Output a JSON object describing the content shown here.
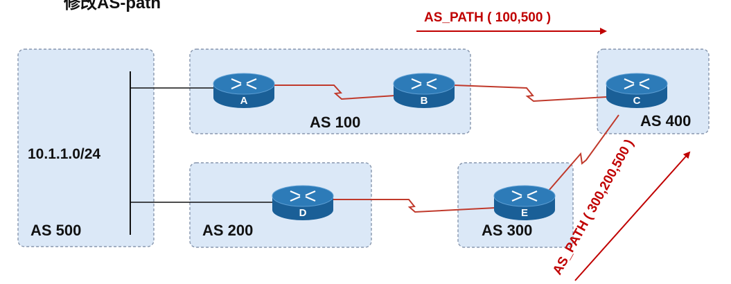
{
  "title": "修改AS-path",
  "colors": {
    "as_box_fill": "#dbe8f7",
    "link_red": "#c0392b",
    "link_black": "#111111",
    "router_top": "#2d7bb8",
    "router_side": "#1a5f97",
    "annotation_red": "#c00000"
  },
  "network": {
    "prefix": "10.1.1.0/24",
    "as_areas": [
      {
        "id": "as500",
        "label": "AS 500"
      },
      {
        "id": "as100",
        "label": "AS 100"
      },
      {
        "id": "as200",
        "label": "AS 200"
      },
      {
        "id": "as300",
        "label": "AS 300"
      },
      {
        "id": "as400",
        "label": "AS 400"
      }
    ],
    "routers": [
      {
        "id": "A",
        "label": "A",
        "icon": "router-icon"
      },
      {
        "id": "B",
        "label": "B",
        "icon": "router-icon"
      },
      {
        "id": "C",
        "label": "C",
        "icon": "router-icon"
      },
      {
        "id": "D",
        "label": "D",
        "icon": "router-icon"
      },
      {
        "id": "E",
        "label": "E",
        "icon": "router-icon"
      }
    ]
  },
  "annotations": {
    "top_path": "AS_PATH ( 100,500 )",
    "diag_path": "AS_PATH ( 300,200,500 )"
  }
}
